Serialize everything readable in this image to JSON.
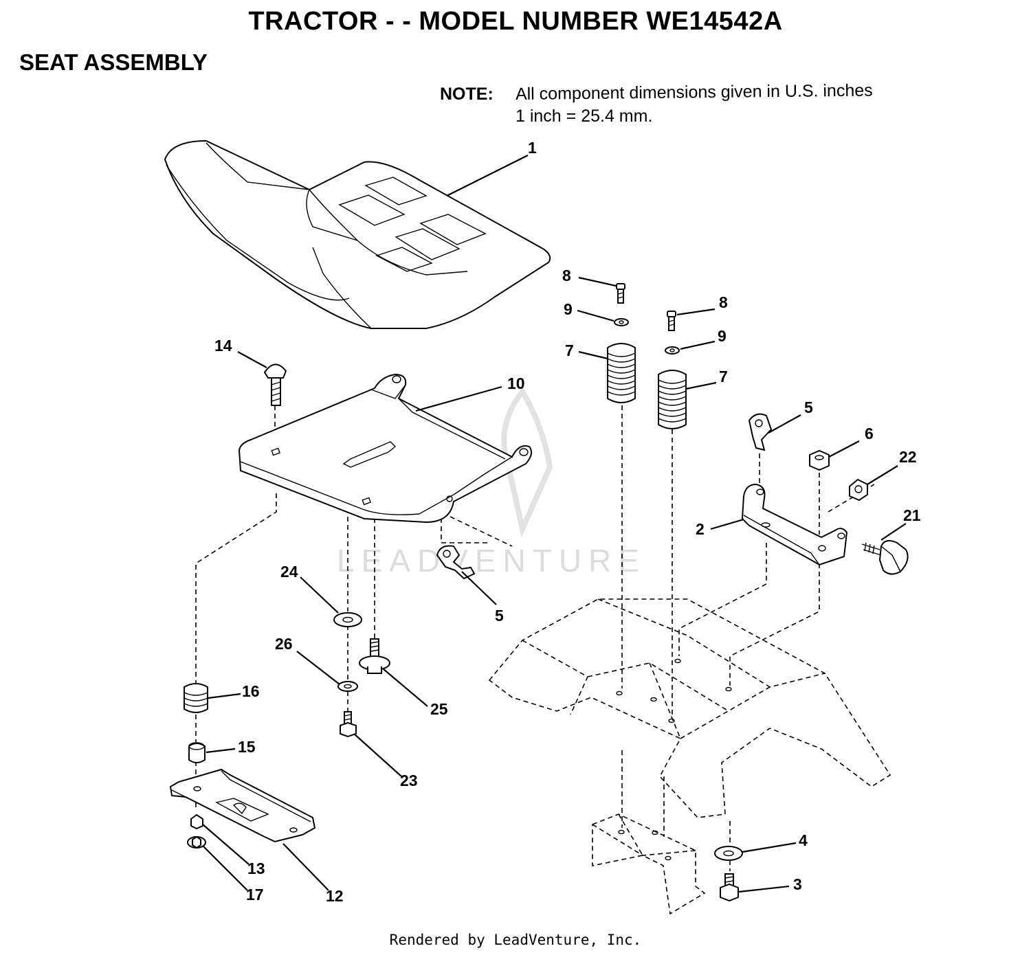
{
  "header": {
    "title": "TRACTOR - - MODEL NUMBER WE14542A",
    "section": "SEAT ASSEMBLY"
  },
  "note": {
    "label": "NOTE:",
    "line1": "All component dimensions given in U.S. inches",
    "line2": "1 inch = 25.4 mm."
  },
  "watermark": "LEADVENTURE",
  "footer": "Rendered by LeadVenture, Inc.",
  "callouts": [
    {
      "id": "c1",
      "text": "1"
    },
    {
      "id": "c8a",
      "text": "8"
    },
    {
      "id": "c8b",
      "text": "8"
    },
    {
      "id": "c9a",
      "text": "9"
    },
    {
      "id": "c9b",
      "text": "9"
    },
    {
      "id": "c7a",
      "text": "7"
    },
    {
      "id": "c7b",
      "text": "7"
    },
    {
      "id": "c14",
      "text": "14"
    },
    {
      "id": "c10",
      "text": "10"
    },
    {
      "id": "c5a",
      "text": "5"
    },
    {
      "id": "c6",
      "text": "6"
    },
    {
      "id": "c22",
      "text": "22"
    },
    {
      "id": "c21",
      "text": "21"
    },
    {
      "id": "c2",
      "text": "2"
    },
    {
      "id": "c5b",
      "text": "5"
    },
    {
      "id": "c24",
      "text": "24"
    },
    {
      "id": "c26",
      "text": "26"
    },
    {
      "id": "c25",
      "text": "25"
    },
    {
      "id": "c16",
      "text": "16"
    },
    {
      "id": "c15",
      "text": "15"
    },
    {
      "id": "c23",
      "text": "23"
    },
    {
      "id": "c13",
      "text": "13"
    },
    {
      "id": "c17",
      "text": "17"
    },
    {
      "id": "c12",
      "text": "12"
    },
    {
      "id": "c4",
      "text": "4"
    },
    {
      "id": "c3",
      "text": "3"
    }
  ]
}
